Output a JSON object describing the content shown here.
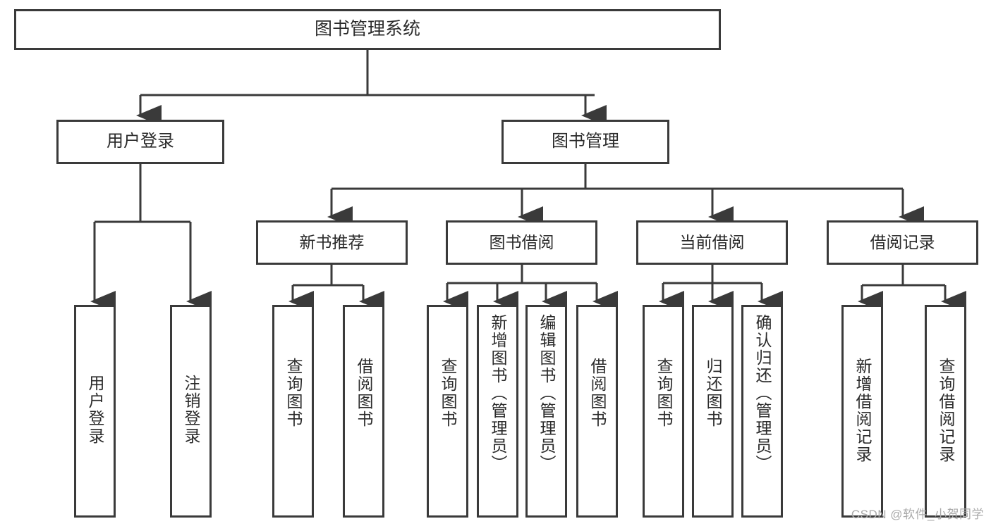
{
  "diagram": {
    "title": "图书管理系统",
    "type": "tree",
    "orientation": "top-down",
    "line_color": "#3a3a3a",
    "box_fill": "#ffffff",
    "text_color": "#2b2b2b",
    "nodes": {
      "root": {
        "label": "图书管理系统"
      },
      "level2": [
        {
          "label": "用户登录"
        },
        {
          "label": "图书管理"
        }
      ],
      "level3": [
        {
          "label": "新书推荐"
        },
        {
          "label": "图书借阅"
        },
        {
          "label": "当前借阅"
        },
        {
          "label": "借阅记录"
        }
      ],
      "leaves": {
        "user_login": [
          {
            "label": "用户登录"
          },
          {
            "label": "注销登录"
          }
        ],
        "new_book_recommend": [
          {
            "label": "查询图书"
          },
          {
            "label": "借阅图书"
          }
        ],
        "book_borrow": [
          {
            "label": "查询图书"
          },
          {
            "label": "新增图书（管理员）"
          },
          {
            "label": "编辑图书（管理员）"
          },
          {
            "label": "借阅图书"
          }
        ],
        "current_borrow": [
          {
            "label": "查询图书"
          },
          {
            "label": "归还图书"
          },
          {
            "label": "确认归还（管理员）"
          }
        ],
        "borrow_record": [
          {
            "label": "新增借阅记录"
          },
          {
            "label": "查询借阅记录"
          }
        ]
      }
    }
  },
  "watermark": {
    "text": "CSDN @软件_小贺同学",
    "color": "#a9a9a9"
  }
}
